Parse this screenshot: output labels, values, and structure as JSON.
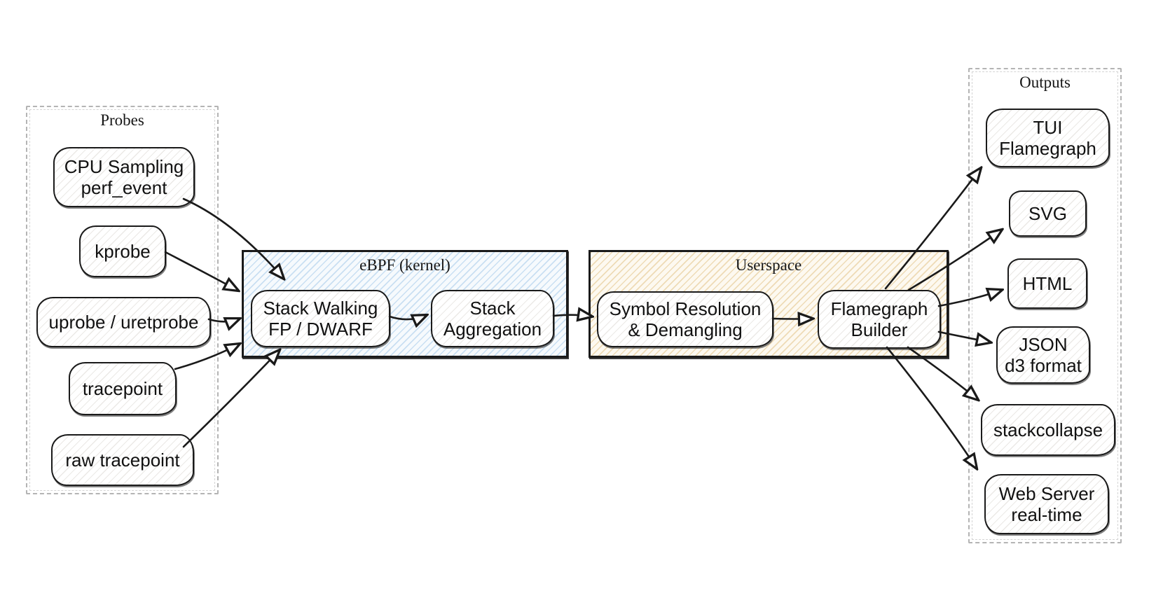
{
  "groups": {
    "probes": {
      "label": "Probes"
    },
    "ebpf": {
      "label": "eBPF (kernel)"
    },
    "userspace": {
      "label": "Userspace"
    },
    "outputs": {
      "label": "Outputs"
    }
  },
  "nodes": {
    "cpu_sampling": {
      "lines": [
        "CPU Sampling",
        "perf_event"
      ]
    },
    "kprobe": {
      "lines": [
        "kprobe"
      ]
    },
    "uprobe": {
      "lines": [
        "uprobe / uretprobe"
      ]
    },
    "tracepoint": {
      "lines": [
        "tracepoint"
      ]
    },
    "raw_tracepoint": {
      "lines": [
        "raw tracepoint"
      ]
    },
    "stack_walking": {
      "lines": [
        "Stack Walking",
        "FP / DWARF"
      ]
    },
    "stack_aggregation": {
      "lines": [
        "Stack",
        "Aggregation"
      ]
    },
    "symbol_resolution": {
      "lines": [
        "Symbol Resolution",
        "& Demangling"
      ]
    },
    "flamegraph_builder": {
      "lines": [
        "Flamegraph",
        "Builder"
      ]
    },
    "tui_flamegraph": {
      "lines": [
        "TUI",
        "Flamegraph"
      ]
    },
    "svg_output": {
      "lines": [
        "SVG"
      ]
    },
    "html_output": {
      "lines": [
        "HTML"
      ]
    },
    "json_output": {
      "lines": [
        "JSON",
        "d3 format"
      ]
    },
    "stackcollapse": {
      "lines": [
        "stackcollapse"
      ]
    },
    "web_server": {
      "lines": [
        "Web Server",
        "real-time"
      ]
    }
  },
  "colors": {
    "stroke": "#1a1a1a",
    "dashed": "#b4b4b4",
    "ebpf_fill": "#f6fafd",
    "ebpf_hatch": "#c9dff2",
    "userspace_fill": "#fdf9f0",
    "userspace_hatch": "#eedbb6",
    "node_fill": "#ffffff",
    "node_hatch": "#ebe9e6"
  }
}
